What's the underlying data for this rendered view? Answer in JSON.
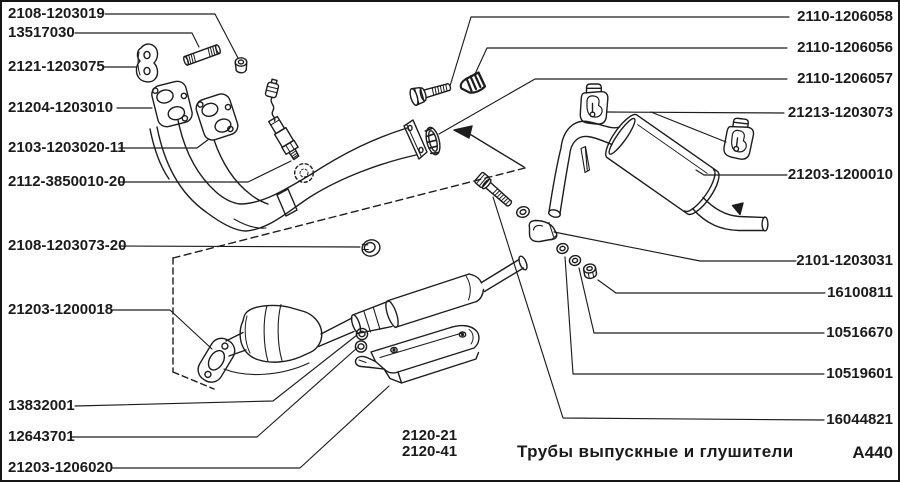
{
  "diagram": {
    "caption": "Трубы выпускные и глушители",
    "page_code": "A440",
    "model_codes": {
      "line1": "2120-21",
      "line2": "2120-41"
    },
    "colors": {
      "ink": "#1b1b1b",
      "background": "#ffffff"
    },
    "labels_left": [
      "2108-1203019",
      "13517030",
      "2121-1203075",
      "21204-1203010",
      "2103-1203020-11",
      "2112-3850010-20",
      "2108-1203073-20",
      "21203-1200018",
      "13832001",
      "12643701",
      "21203-1206020"
    ],
    "labels_right": [
      "2110-1206058",
      "2110-1206056",
      "2110-1206057",
      "21213-1203073",
      "21203-1200010",
      "2101-1203031",
      "16100811",
      "10516670",
      "10519601",
      "16044821"
    ]
  }
}
